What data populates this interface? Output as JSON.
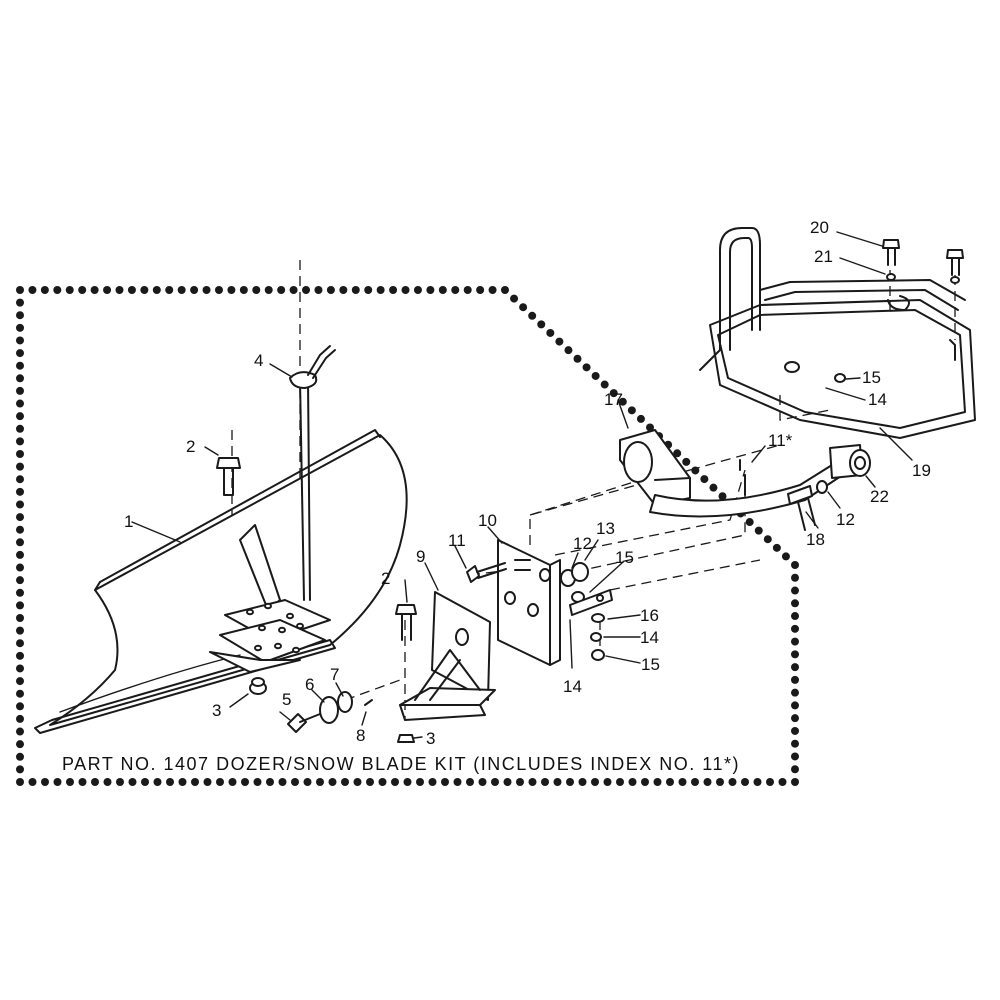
{
  "caption": "PART NO. 1407 DOZER/SNOW BLADE KIT (INCLUDES INDEX NO. 11*)",
  "callouts": [
    "1",
    "2",
    "2",
    "3",
    "3",
    "4",
    "5",
    "6",
    "7",
    "8",
    "9",
    "10",
    "11",
    "11*",
    "12",
    "12",
    "13",
    "14",
    "14",
    "14",
    "15",
    "15",
    "15",
    "16",
    "17",
    "18",
    "19",
    "20",
    "21",
    "22"
  ],
  "colors": {
    "ink": "#1a1a1a",
    "background": "#ffffff"
  }
}
